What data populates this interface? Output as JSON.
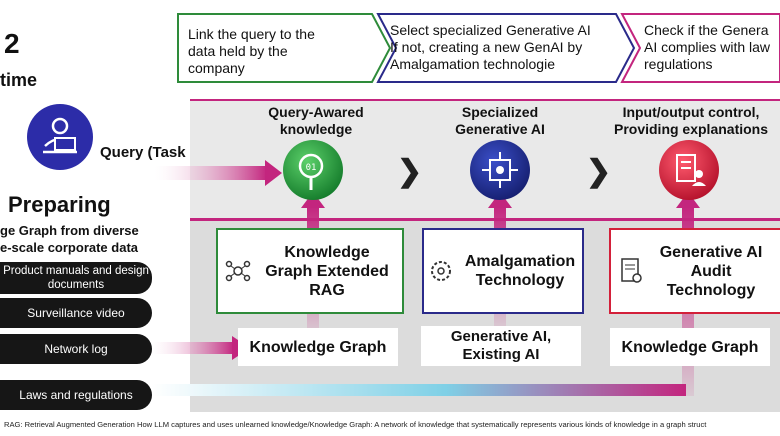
{
  "header": {
    "step_number": "2",
    "step_subtitle": "time"
  },
  "top_steps": [
    "Link the query to the data held by the company",
    "Select specialized Generative AI If not, creating a new GenAI by Amalgamation technologie",
    "Check if the Generative AI complies with laws and regulations"
  ],
  "top_step_lines": [
    [
      "Link the query to the",
      "data held by the",
      "company"
    ],
    [
      "Select specialized Generative AI",
      "If not, creating a new GenAI by",
      "Amalgamation technologie"
    ],
    [
      "Check if the Genera",
      "AI complies with law",
      "regulations"
    ]
  ],
  "query": {
    "label": "Query (Task"
  },
  "preparing": {
    "title": "Preparing",
    "subtitle_lines": [
      "ge Graph from diverse",
      "e-scale corporate data"
    ]
  },
  "data_sources": [
    "Product manuals and design documents",
    "Surveillance video",
    "Network log",
    "Laws and regulations"
  ],
  "stages": [
    {
      "title": "Query-Awared knowledge",
      "color": "#1e9a3a"
    },
    {
      "title": "Specialized Generative AI",
      "color": "#1f2b8f"
    },
    {
      "title": "Input/output control, Providing explanations",
      "color": "#d3203a"
    }
  ],
  "tech_boxes": [
    {
      "label": "Knowledge Graph Extended RAG",
      "icon": "network-graph-icon",
      "border": "#2e8b3a"
    },
    {
      "label": "Amalgamation Technology",
      "icon": "gear-network-icon",
      "border": "#2a2a8a"
    },
    {
      "label": "Generative AI Audit Technology",
      "icon": "document-check-icon",
      "border": "#d3203a"
    }
  ],
  "bottom_boxes": [
    "Knowledge Graph",
    "Generative AI, Existing AI",
    "Knowledge Graph"
  ],
  "footnote": "RAG: Retrieval Augmented Generation How LLM captures and uses unlearned knowledge/Knowledge Graph: A network of knowledge that systematically represents various kinds of knowledge in a graph struct",
  "colors": {
    "accent_pink": "#c3257e",
    "green": "#1e9a3a",
    "navy": "#1f2b8f",
    "red": "#d3203a"
  }
}
